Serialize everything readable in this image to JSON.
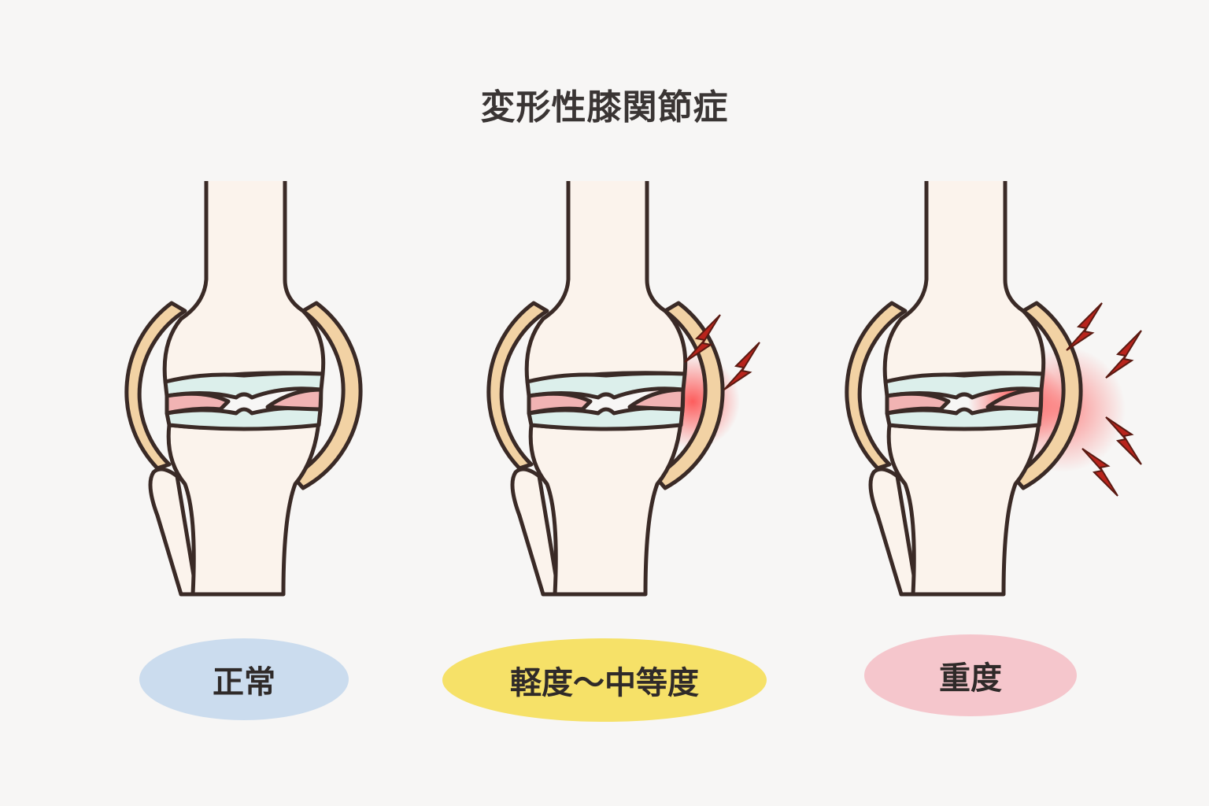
{
  "title": "変形性膝関節症",
  "stages": [
    {
      "label": "正常",
      "color": "#cbdcee"
    },
    {
      "label": "軽度〜中等度",
      "color": "#f6e168"
    },
    {
      "label": "重度",
      "color": "#f5c6cc"
    }
  ],
  "colors": {
    "bone": "#fbf3ec",
    "outline": "#3a2a26",
    "capsule": "#f2d2a4",
    "cartilage": "#dcefeb",
    "synovium": "#f1b3b3",
    "pain": "#b8241c"
  }
}
